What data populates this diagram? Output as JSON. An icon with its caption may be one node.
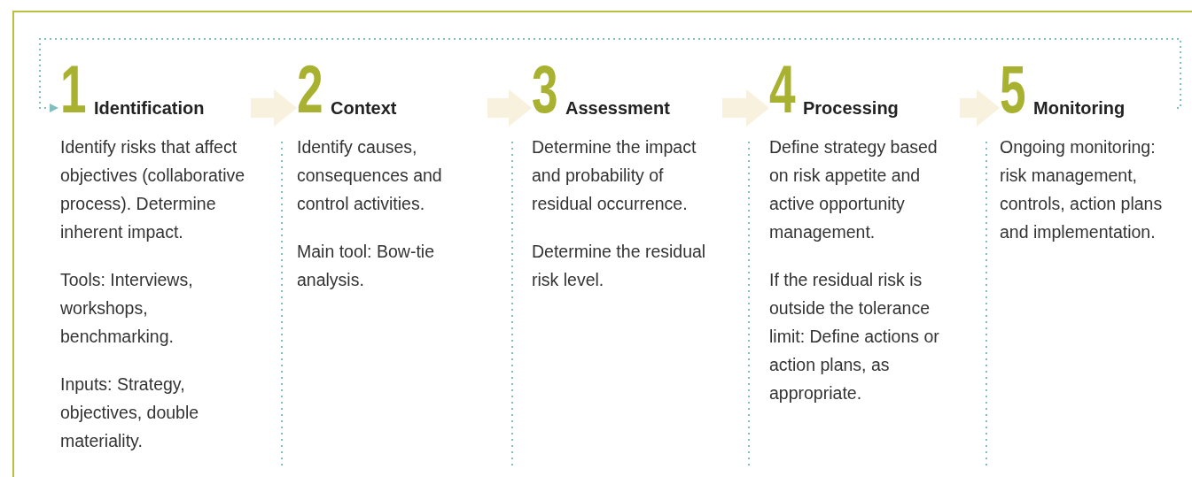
{
  "diagram": {
    "nodes": [
      {
        "text": [
          "1",
          "Identification",
          "Identify risks that affect objectives (collaborative process). Determine inherent impact.",
          "Tools: Interviews, workshops, benchmarking.",
          "Inputs: Strategy, objectives, double materiality."
        ]
      },
      {
        "text": [
          "2",
          "Context",
          "Identify causes, consequences and control activities.",
          "Main tool: Bow-tie analysis."
        ]
      },
      {
        "text": [
          "3",
          "Assessment",
          "Determine the impact and probability of residual occurrence.",
          "Determine the residual risk level."
        ]
      },
      {
        "text": [
          "4",
          "Processing",
          "Define strategy based on risk appetite and active opportunity management.",
          "If the residual risk is outside the tolerance limit: Define actions or action plans, as appropriate."
        ]
      },
      {
        "text": [
          "5",
          "Monitoring",
          "Ongoing monitoring: risk management, controls, action plans and implementation."
        ]
      }
    ],
    "edges": [
      {
        "from": 0,
        "to": 1,
        "arrow": "to"
      },
      {
        "from": 1,
        "to": 2,
        "arrow": "to"
      },
      {
        "from": 2,
        "to": 3,
        "arrow": "to"
      },
      {
        "from": 3,
        "to": 4,
        "arrow": "to"
      },
      {
        "from": 4,
        "to": 0,
        "arrow": "to",
        "style": "dashed",
        "color": "#7fbfbf"
      }
    ]
  }
}
